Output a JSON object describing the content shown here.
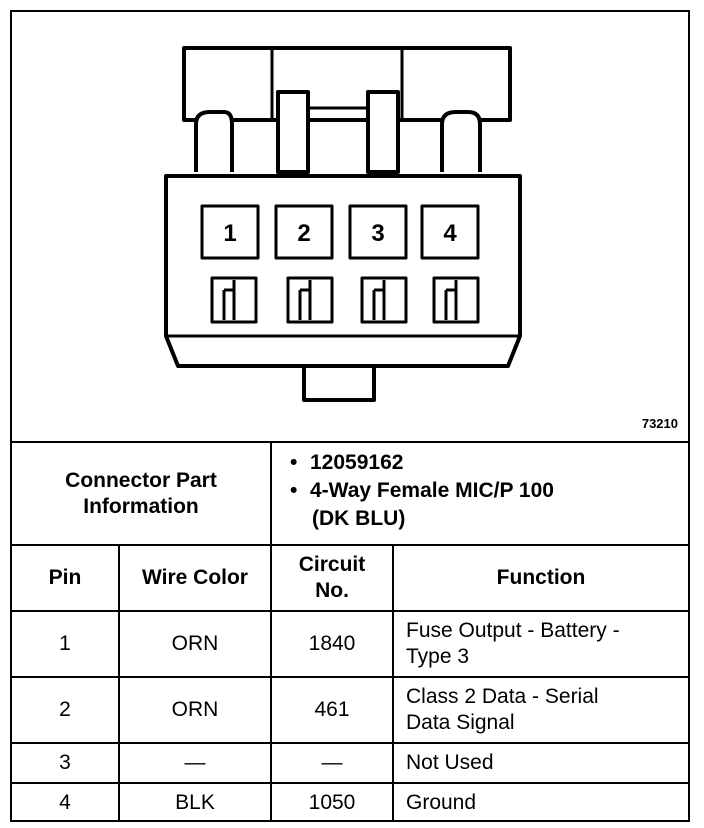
{
  "figure_id": "73210",
  "connector": {
    "pins": [
      "1",
      "2",
      "3",
      "4"
    ]
  },
  "part_info": {
    "label_line1": "Connector Part",
    "label_line2": "Information",
    "items": [
      "12059162",
      "4-Way Female MIC/P 100",
      "(DK BLU)"
    ]
  },
  "table": {
    "headers": {
      "pin": "Pin",
      "wire_color": "Wire Color",
      "circuit_line1": "Circuit",
      "circuit_line2": "No.",
      "function": "Function"
    },
    "rows": [
      {
        "pin": "1",
        "wire": "ORN",
        "circuit": "1840",
        "fn1": "Fuse Output - Battery -",
        "fn2": "Type 3"
      },
      {
        "pin": "2",
        "wire": "ORN",
        "circuit": "461",
        "fn1": "Class 2 Data - Serial",
        "fn2": "Data Signal"
      },
      {
        "pin": "3",
        "wire": "—",
        "circuit": "—",
        "fn1": "Not Used",
        "fn2": ""
      },
      {
        "pin": "4",
        "wire": "BLK",
        "circuit": "1050",
        "fn1": "Ground",
        "fn2": ""
      }
    ]
  }
}
